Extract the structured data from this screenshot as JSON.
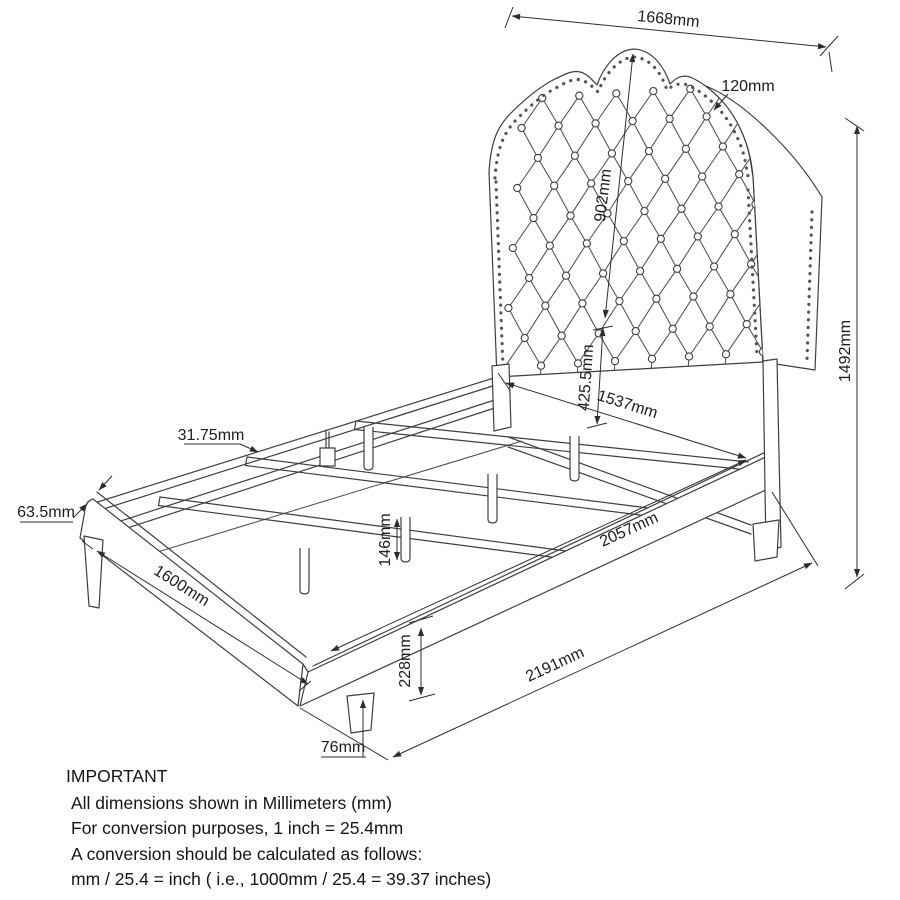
{
  "title": "Upholstered bed frame technical drawing",
  "colors": {
    "line": "#3f3f3f",
    "text": "#1c1c1c",
    "background": "#ffffff"
  },
  "dims": {
    "headboard_width": "1668mm",
    "headboard_thickness": "120mm",
    "headboard_panel_height": "902mm",
    "total_height": "1492mm",
    "headboard_clearance": "425.5mm",
    "inner_width": "1537mm",
    "slat_thickness": "31.75mm",
    "rail_top_width": "63.5mm",
    "bed_width": "1600mm",
    "center_leg_height": "146mm",
    "inner_length": "2057mm",
    "rail_height": "228mm",
    "total_length": "2191mm",
    "leg_height": "76mm"
  },
  "notes": {
    "heading": "IMPORTANT",
    "lines": [
      "All dimensions shown in Millimeters (mm)",
      "For conversion purposes, 1 inch = 25.4mm",
      "A conversion should be calculated as follows:",
      "mm / 25.4 = inch ( i.e., 1000mm / 25.4 = 39.37 inches)"
    ]
  }
}
